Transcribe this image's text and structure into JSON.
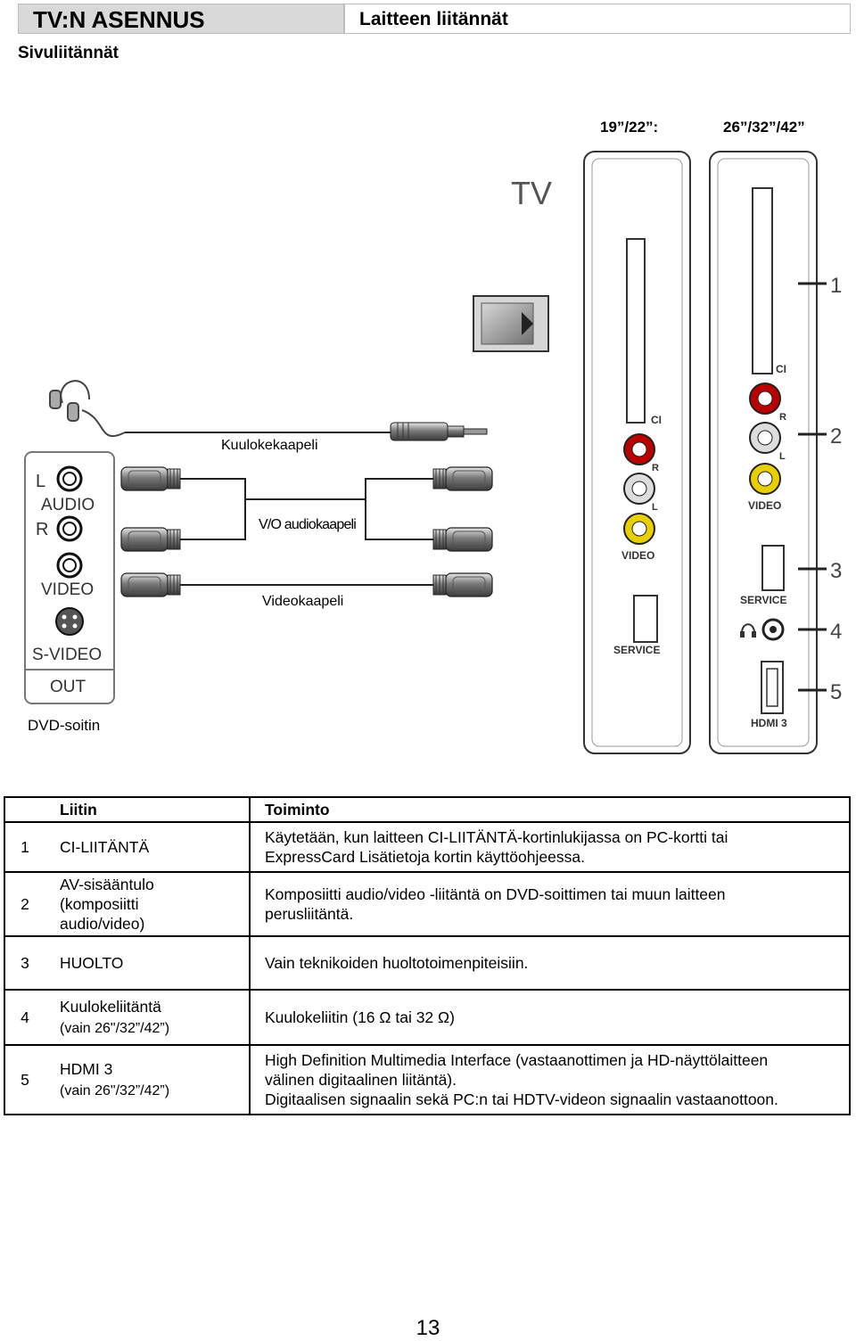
{
  "header": {
    "section_title": "TV:N ASENNUS",
    "page_title": "Laitteen liitännät",
    "subtitle": "Sivuliitännät"
  },
  "models": {
    "small": "19”/22”:",
    "large": "26”/32”/42”"
  },
  "diagram": {
    "tv_label": "TV",
    "dvd_label": "DVD-soitin",
    "cables": {
      "headphone": "Kuulokekaapeli",
      "av_audio": "V/O audiokaapeli",
      "video": "Videokaapeli"
    },
    "dvd_panel": {
      "left": "L",
      "audio": "AUDIO",
      "right": "R",
      "video": "VIDEO",
      "svideo": "S-VIDEO",
      "out": "OUT"
    },
    "panel_labels": {
      "ci": "CI",
      "r": "R",
      "l": "L",
      "video": "VIDEO",
      "service": "SERVICE",
      "hdmi": "HDMI 3"
    },
    "callouts": [
      "1",
      "2",
      "3",
      "4",
      "5"
    ]
  },
  "table": {
    "headers": {
      "connector": "Liitin",
      "function": "Toiminto"
    },
    "rows": [
      {
        "num": "1",
        "connector": [
          "CI-LIITÄNTÄ"
        ],
        "function": [
          "Käytetään, kun laitteen CI-LIITÄNTÄ-kortinlukijassa on PC-kortti tai",
          "ExpressCard Lisätietoja kortin käyttöohjeessa."
        ]
      },
      {
        "num": "2",
        "connector": [
          "AV-sisääntulo",
          "(komposiitti",
          "audio/video)"
        ],
        "function": [
          "Komposiitti audio/video -liitäntä on DVD-soittimen tai muun laitteen",
          "perusliitäntä."
        ]
      },
      {
        "num": "3",
        "connector": [
          "HUOLTO"
        ],
        "function": [
          "Vain teknikoiden huoltotoimenpiteisiin."
        ]
      },
      {
        "num": "4",
        "connector": [
          "Kuulokeliitäntä",
          "(vain 26\"/32”/42”)"
        ],
        "function": [
          "Kuulokeliitin (16 Ω tai 32 Ω)"
        ]
      },
      {
        "num": "5",
        "connector": [
          "HDMI 3",
          "(vain 26\"/32”/42”)"
        ],
        "function": [
          "High Definition Multimedia Interface (vastaanottimen ja HD-näyttölaitteen",
          "välinen digitaalinen liitäntä).",
          "Digitaalisen signaalin sekä PC:n tai HDTV-videon signaalin vastaanottoon."
        ]
      }
    ]
  },
  "page_number": "13"
}
